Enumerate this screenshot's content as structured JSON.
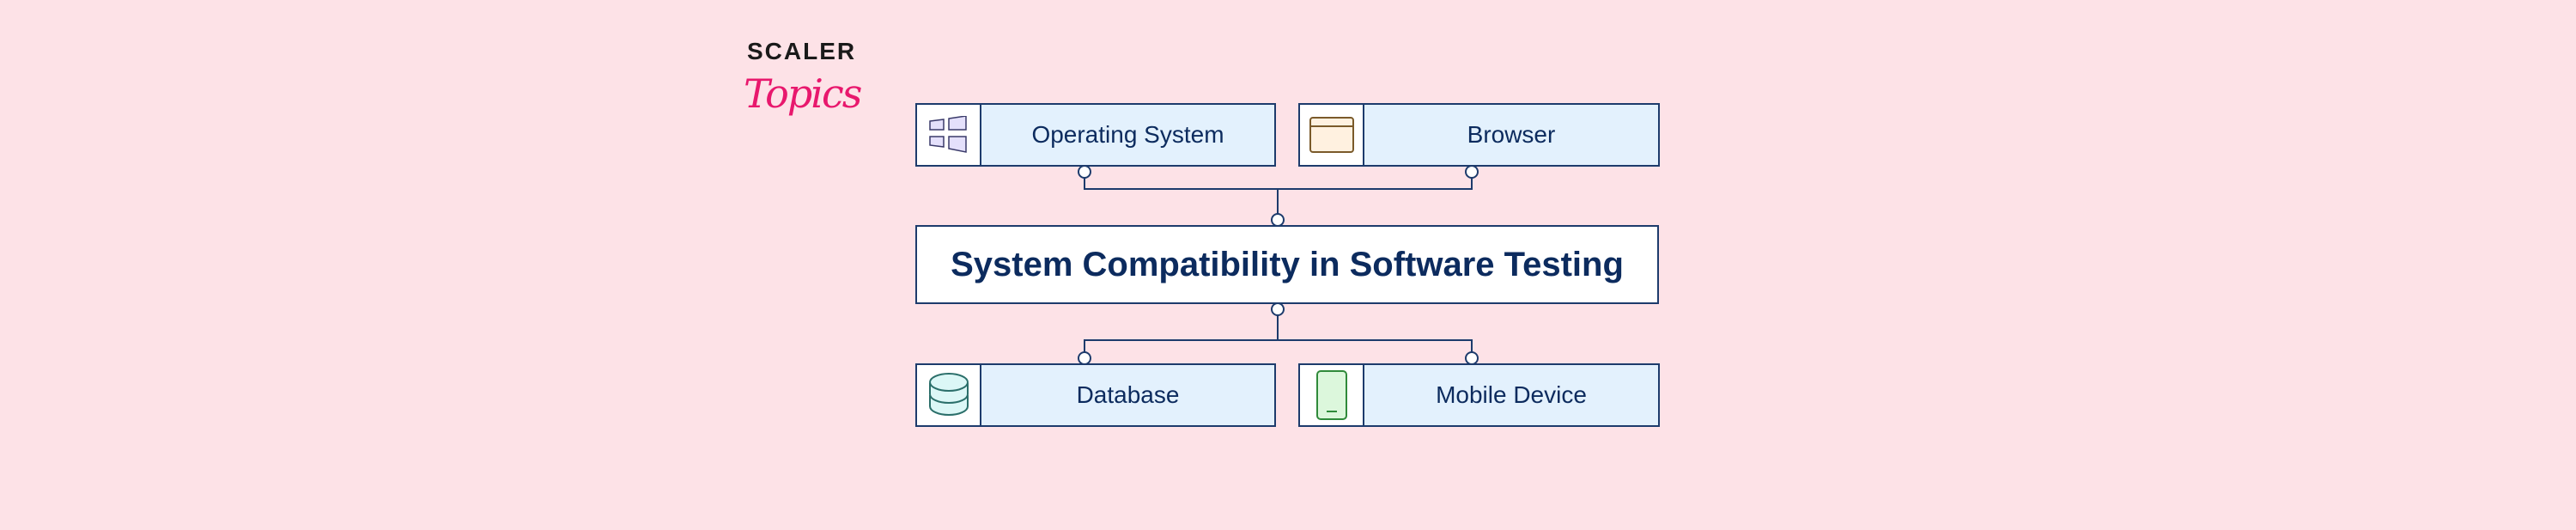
{
  "logo": {
    "line1": "SCALER",
    "line2": "Topics"
  },
  "title": "System Compatibility in Software Testing",
  "nodes": [
    {
      "label": "Operating System",
      "icon": "windows-icon"
    },
    {
      "label": "Browser",
      "icon": "browser-window-icon"
    },
    {
      "label": "Database",
      "icon": "database-icon"
    },
    {
      "label": "Mobile Device",
      "icon": "mobile-device-icon"
    }
  ],
  "colors": {
    "background": "#fde2e7",
    "box_fill": "#e3f1fd",
    "border": "#1d3b6c",
    "logo_accent": "#e8186d"
  }
}
